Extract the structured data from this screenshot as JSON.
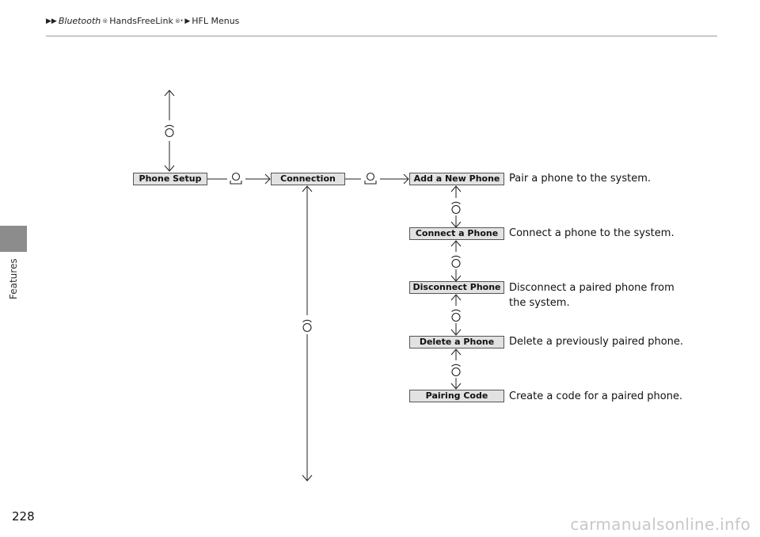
{
  "header": {
    "breadcrumb": {
      "part1": "Bluetooth",
      "part1_mark": "®",
      "part2": " HandsFreeLink",
      "part2_mark": "®*",
      "part3": "HFL Menus"
    }
  },
  "side_label": "Features",
  "page_number": "228",
  "menu": {
    "phone_setup": "Phone Setup",
    "connection": "Connection",
    "items": [
      {
        "label": "Add a New Phone",
        "description": "Pair a phone to the system."
      },
      {
        "label": "Connect a Phone",
        "description": "Connect a phone to the system."
      },
      {
        "label": "Disconnect Phone",
        "description": "Disconnect a paired phone from the system."
      },
      {
        "label": "Delete a Phone",
        "description": "Delete a previously paired phone."
      },
      {
        "label": "Pairing Code",
        "description": "Create a code for a paired phone."
      }
    ]
  },
  "icons": {
    "select": "knob-press-icon",
    "rotate": "knob-rotate-icon"
  },
  "watermark": "carmanualsonline.info"
}
